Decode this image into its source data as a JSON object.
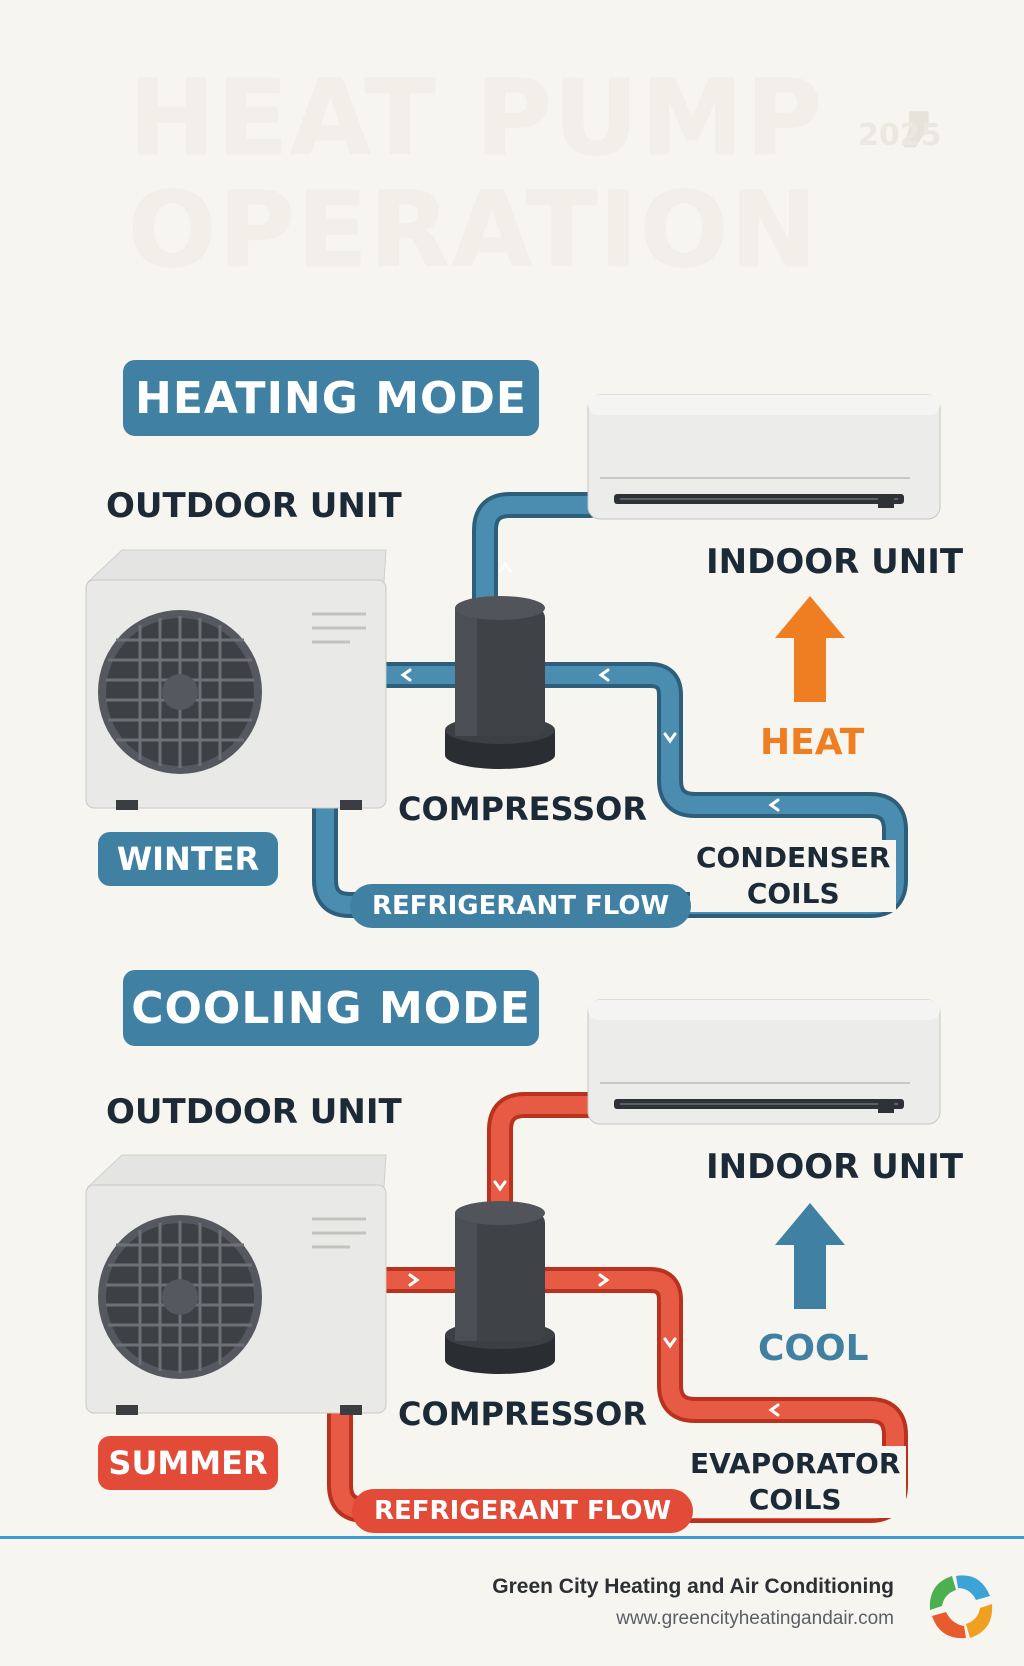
{
  "title": {
    "line1": "HEAT PUMP",
    "line2": "OPERATION",
    "year": "2025"
  },
  "heating": {
    "mode_label": "HEATING MODE",
    "outdoor_label": "OUTDOOR UNIT",
    "indoor_label": "INDOOR UNIT",
    "compressor_label": "COMPRESSOR",
    "coils_line1": "CONDENSER",
    "coils_line2": "COILS",
    "flow_label": "REFRIGERANT FLOW",
    "effect_label": "HEAT",
    "season_label": "WINTER",
    "pipe_color": "#3f80a3",
    "effect_color": "#ef7d22",
    "season_color": "#3f80a3"
  },
  "cooling": {
    "mode_label": "COOLING MODE",
    "outdoor_label": "OUTDOOR UNIT",
    "indoor_label": "INDOOR UNIT",
    "compressor_label": "COMPRESSOR",
    "coils_line1": "EVAPORATOR",
    "coils_line2": "COILS",
    "flow_label": "REFRIGERANT FLOW",
    "effect_label": "COOL",
    "season_label": "SUMMER",
    "pipe_color": "#e24b38",
    "effect_color": "#3f80a3",
    "season_color": "#e24b38"
  },
  "footer": {
    "company": "Green City Heating and Air Conditioning",
    "url": "www.greencityheatingandair.com"
  }
}
